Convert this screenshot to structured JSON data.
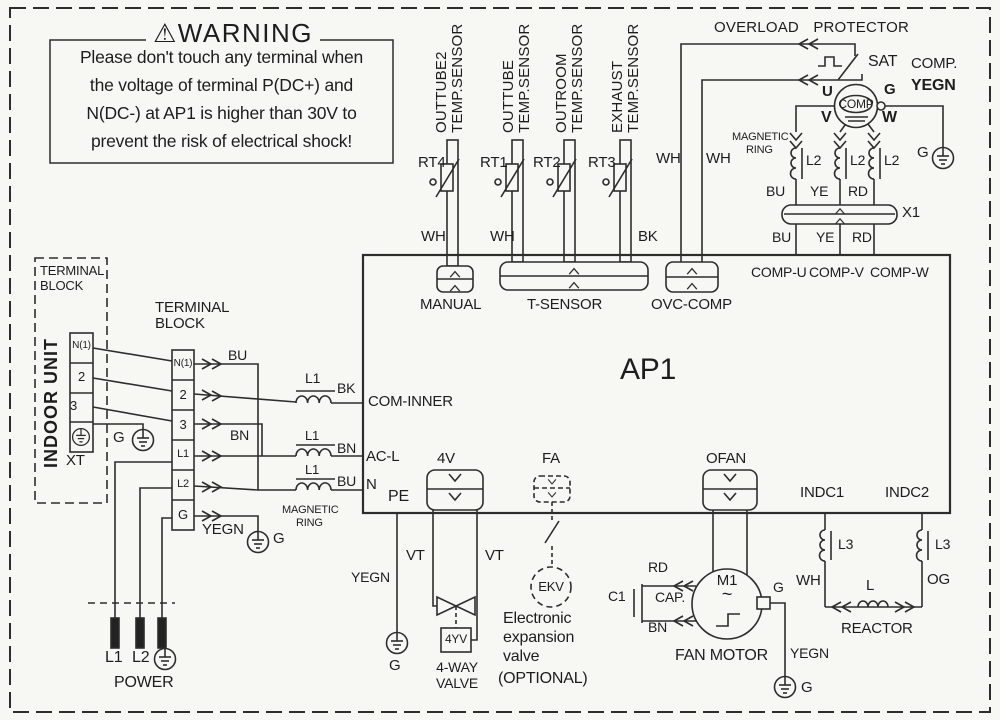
{
  "warning": {
    "title": "⚠WARNING",
    "line1": "Please don't touch any terminal when",
    "line2": "the voltage of terminal P(DC+) and",
    "line3": "N(DC-) at AP1 is higher than 30V to",
    "line4": "prevent the risk of electrical shock!"
  },
  "sensors": {
    "rt4": {
      "id": "RT4",
      "name_l1": "OUTTUBE2",
      "name_l2": "TEMP.SENSOR",
      "wire": "WH"
    },
    "rt1": {
      "id": "RT1",
      "name_l1": "OUTTUBE",
      "name_l2": "TEMP.SENSOR",
      "wire": "WH"
    },
    "rt2": {
      "id": "RT2",
      "name_l1": "OUTROOM",
      "name_l2": "TEMP.SENSOR"
    },
    "rt3": {
      "id": "RT3",
      "name_l1": "EXHAUST",
      "name_l2": "TEMP.SENSOR",
      "wire": "BK"
    }
  },
  "overload": {
    "label": "OVERLOAD PROTECTOR",
    "sat": "SAT",
    "wire1": "WH",
    "wire2": "WH"
  },
  "compressor": {
    "label": "COMP",
    "u": "U",
    "v": "V",
    "w": "W",
    "g": "G",
    "ground_wire_l1": "COMP.",
    "ground_wire_l2": "YEGN",
    "ground": "G",
    "magnetic_ring_l1": "MAGNETIC",
    "magnetic_ring_l2": "RING",
    "coil1": "L2",
    "coil2": "L2",
    "coil3": "L2",
    "wire_u_top": "BU",
    "wire_v_top": "YE",
    "wire_w_top": "RD",
    "x1": "X1",
    "wire_u_bot": "BU",
    "wire_v_bot": "YE",
    "wire_w_bot": "RD"
  },
  "board": {
    "title": "AP1",
    "manual": "MANUAL",
    "t_sensor": "T-SENSOR",
    "ovc_comp": "OVC-COMP",
    "comp_u": "COMP-U",
    "comp_v": "COMP-V",
    "comp_w": "COMP-W",
    "com_inner": "COM-INNER",
    "ac_l": "AC-L",
    "n": "N",
    "pe": "PE",
    "v4": "4V",
    "fa": "FA",
    "ofan": "OFAN",
    "indc1": "INDC1",
    "indc2": "INDC2"
  },
  "indoor": {
    "block_l1": "TERMINAL",
    "block_l2": "BLOCK",
    "unit": "INDOOR UNIT",
    "strip": "XT",
    "cell1": "N(1)",
    "cell2": "2",
    "cell3": "3",
    "ground": "G"
  },
  "tb": {
    "block_l1": "TERMINAL",
    "block_l2": "BLOCK",
    "cell1": "N(1)",
    "cell2": "2",
    "cell3": "3",
    "cell4": "L1",
    "cell5": "L2",
    "cell6": "G",
    "wire_n": "BU",
    "wire2": "BK",
    "jumper": "BN",
    "wire_l1": "BN",
    "wire_l2": "BU",
    "coil1": "L1",
    "coil2": "L1",
    "coil3": "L1",
    "ring_l1": "MAGNETIC",
    "ring_l2": "RING",
    "ground_wire": "YEGN",
    "ground": "G"
  },
  "valve": {
    "pe_wire": "YEGN",
    "pe_ground": "G",
    "vt_left": "VT",
    "vt_right": "VT",
    "coil": "4YV",
    "caption_l1": "4-WAY",
    "caption_l2": "VALVE"
  },
  "ekv": {
    "label": "EKV",
    "caption_l1": "Electronic",
    "caption_l2": "expansion",
    "caption_l3": "valve",
    "caption_l4": "(OPTIONAL)"
  },
  "fan": {
    "m1": "M1",
    "sine": "~",
    "wire_top": "RD",
    "wire_bottom": "BN",
    "cap_id": "C1",
    "cap": "CAP.",
    "g": "G",
    "ground_wire": "YEGN",
    "ground": "G",
    "caption": "FAN MOTOR"
  },
  "reactor": {
    "coil_left": "L3",
    "coil_right": "L3",
    "wire_left": "WH",
    "wire_right": "OG",
    "l": "L",
    "caption": "REACTOR"
  },
  "power": {
    "l1": "L1",
    "l2": "L2",
    "caption": "POWER"
  }
}
